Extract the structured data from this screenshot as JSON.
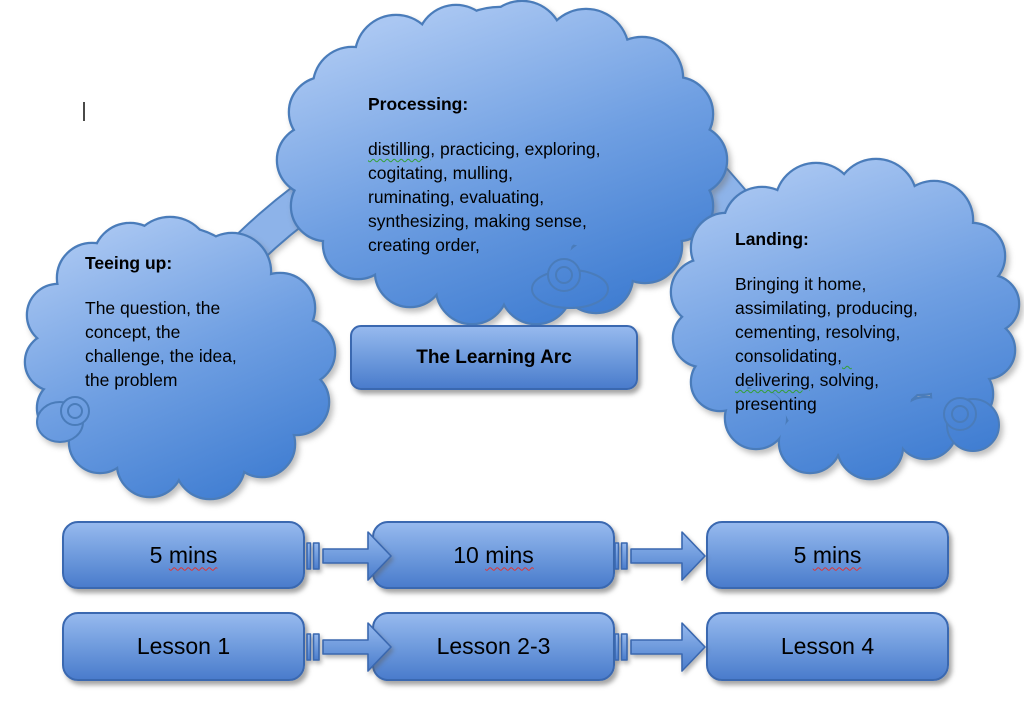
{
  "arc_label": "The Learning Arc",
  "clouds": [
    {
      "id": "teeing-up",
      "title": "Teeing up:",
      "lines": [
        "The question, the",
        "concept, the",
        "challenge, the idea,",
        "the problem"
      ]
    },
    {
      "id": "processing",
      "title": "Processing:",
      "lines": [
        [
          {
            "t": "distilling",
            "squiggle": "green"
          },
          {
            "t": ", practicing, exploring,"
          }
        ],
        "cogitating, mulling,",
        "ruminating, evaluating,",
        "synthesizing, making sense,",
        "creating order,"
      ]
    },
    {
      "id": "landing",
      "title": "Landing:",
      "lines": [
        "Bringing it home,",
        "assimilating, producing,",
        "cementing, resolving,",
        [
          {
            "t": "consolidating,"
          },
          {
            "t": "  ",
            "squiggle": "green"
          }
        ],
        [
          {
            "t": "delivering",
            "squiggle": "green"
          },
          {
            "t": ", solving,"
          }
        ],
        "presenting"
      ]
    }
  ],
  "timeline": {
    "durations": [
      [
        {
          "t": "5 "
        },
        {
          "t": "mins",
          "squiggle": "red"
        }
      ],
      [
        {
          "t": "10 "
        },
        {
          "t": "mins",
          "squiggle": "red"
        }
      ],
      [
        {
          "t": "5 "
        },
        {
          "t": "mins",
          "squiggle": "red"
        }
      ]
    ],
    "lessons": [
      "Lesson 1",
      "Lesson 2-3",
      "Lesson 4"
    ]
  },
  "colors": {
    "cloud_fill_top": "#aac7f2",
    "cloud_fill_bottom": "#3e7cd1",
    "cloud_stroke": "#4a7cba",
    "connector_fill": "#8db3e9",
    "box_fill_top": "#96b9ee",
    "box_fill_bottom": "#4a7ccc",
    "box_stroke": "#3a68b0",
    "squiggle_red": "#e03434",
    "squiggle_green": "#33a033",
    "text": "#000000",
    "background": "#ffffff"
  }
}
